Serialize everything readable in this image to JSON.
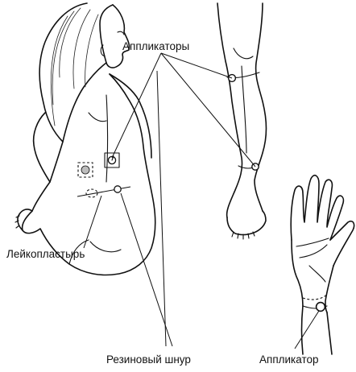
{
  "labels": {
    "applicators": "Аппликаторы",
    "adhesive_plaster": "Лейкопластырь",
    "rubber_cord": "Резиновый шнур",
    "applicator": "Аппликатор"
  },
  "colors": {
    "ink": "#111111",
    "background": "#ffffff",
    "applicator_fill": "#bdbdbd"
  }
}
